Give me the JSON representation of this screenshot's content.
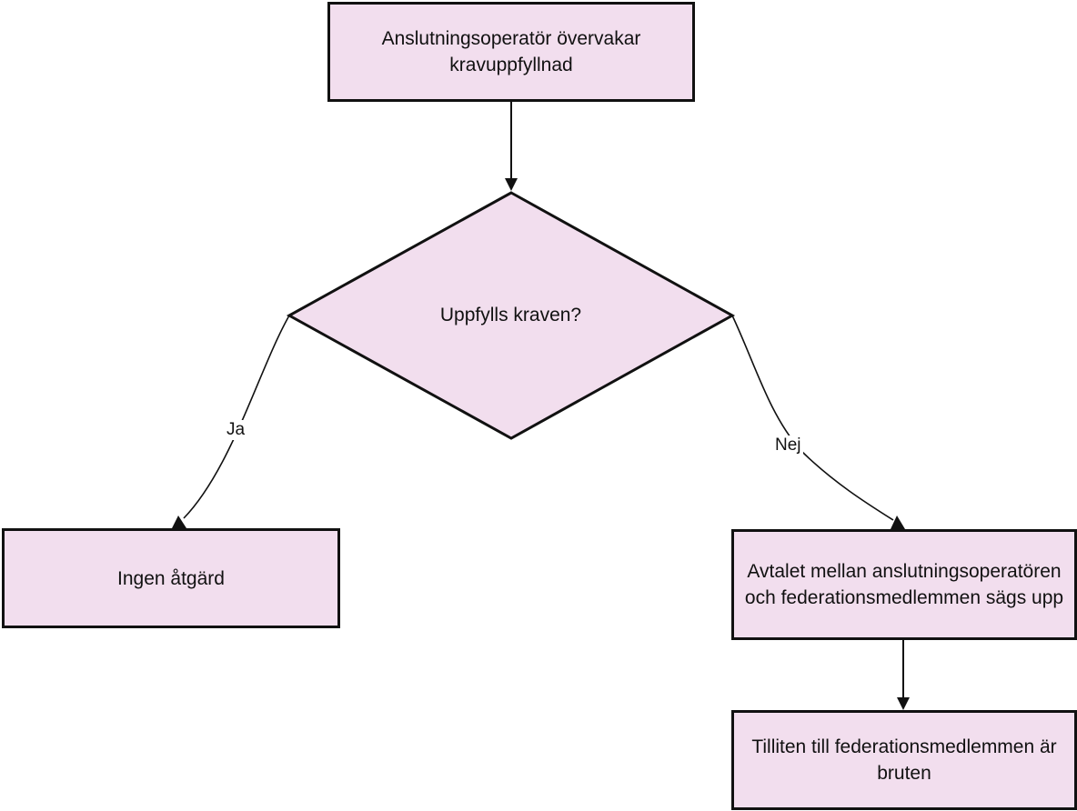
{
  "nodes": {
    "monitor": {
      "label": "Anslutningsoperatör övervakar kravuppfyllnad"
    },
    "decision": {
      "label": "Uppfylls kraven?"
    },
    "no_action": {
      "label": "Ingen åtgärd"
    },
    "terminate": {
      "label": "Avtalet mellan anslutningsoperatören och federationsmedlemmen sägs upp"
    },
    "trust_broken": {
      "label": "Tilliten till federationsmedlemmen är bruten"
    }
  },
  "edges": {
    "yes": {
      "label": "Ja"
    },
    "no": {
      "label": "Nej"
    }
  },
  "colors": {
    "node_fill": "#f2deee",
    "stroke": "#111111"
  }
}
